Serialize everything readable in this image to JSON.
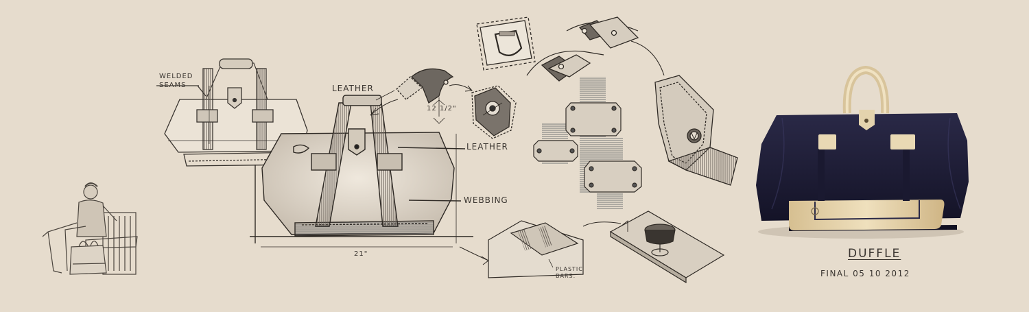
{
  "annotations": {
    "welded_seams": "WELDED SEAMS",
    "leather_top": "LEATHER",
    "leather_side": "LEATHER",
    "webbing": "WEBBING",
    "handle_dim": "12 1/2\"",
    "width_dim": "21\"",
    "plastic_bars": "PLASTIC BARS."
  },
  "title": {
    "name": "DUFFLE",
    "subtitle": "FINAL 05 10 2012"
  },
  "colors": {
    "background": "#e6dccd",
    "ink": "#3a3530",
    "bag_navy": "#1c1b33",
    "leather": "#e2cfa6"
  }
}
